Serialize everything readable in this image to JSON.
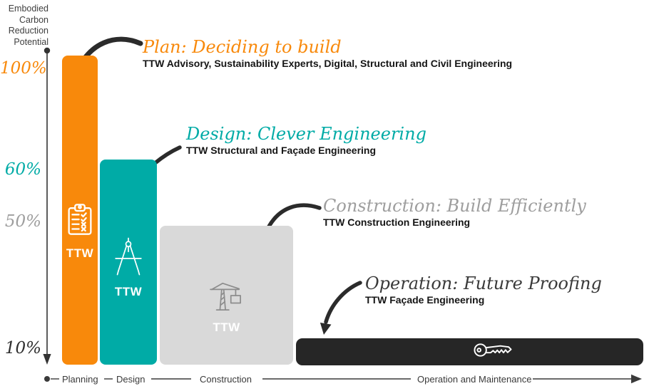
{
  "chart_data": {
    "type": "bar",
    "title": "Embodied Carbon Reduction Potential",
    "categories": [
      "Planning",
      "Design",
      "Construction",
      "Operation and Maintenance"
    ],
    "values": [
      100,
      60,
      50,
      10
    ],
    "value_labels": [
      "100%",
      "60%",
      "50%",
      "10%"
    ],
    "unit": "%",
    "ylim": [
      0,
      100
    ],
    "grid": false,
    "legend_position": "none",
    "bar_colors": [
      "#F8890B",
      "#00ABA6",
      "#D9D9D9",
      "#262626"
    ],
    "annotations": [
      {
        "phase": "Planning",
        "title": "Plan: Deciding to build",
        "subtitle": "TTW Advisory, Sustainability Experts, Digital, Structural and Civil Engineering",
        "color": "#F8890B"
      },
      {
        "phase": "Design",
        "title": "Design: Clever Engineering",
        "subtitle": "TTW Structural and Façade Engineering",
        "color": "#00ABA6"
      },
      {
        "phase": "Construction",
        "title": "Construction: Build Efficiently",
        "subtitle": "TTW Construction Engineering",
        "color": "#9E9E9E"
      },
      {
        "phase": "Operation",
        "title": "Operation: Future Proofing",
        "subtitle": "TTW Façade Engineering",
        "color": "#3A3A3A"
      }
    ]
  },
  "y_axis": {
    "label_lines": [
      "Embodied",
      "Carbon",
      "Reduction",
      "Potential"
    ],
    "ticks": [
      {
        "label": "100%",
        "color": "#F8890B"
      },
      {
        "label": "60%",
        "color": "#00ABA6"
      },
      {
        "label": "50%",
        "color": "#9E9E9E"
      },
      {
        "label": "10%",
        "color": "#2E2E2E"
      }
    ]
  },
  "x_axis": {
    "labels": [
      "Planning",
      "Design",
      "Construction",
      "Operation and Maintenance"
    ]
  },
  "bars": [
    {
      "name": "planning",
      "label": "TTW",
      "icon": "clipboard-checklist-icon",
      "color": "#F8890B",
      "value": "100%"
    },
    {
      "name": "design",
      "label": "TTW",
      "icon": "drafting-compass-icon",
      "color": "#00ABA6",
      "value": "60%"
    },
    {
      "name": "construction",
      "label": "TTW",
      "icon": "tower-crane-icon",
      "color": "#D9D9D9",
      "value": "50%"
    },
    {
      "name": "operation",
      "label": "",
      "icon": "key-icon",
      "color": "#262626",
      "value": "10%"
    }
  ]
}
